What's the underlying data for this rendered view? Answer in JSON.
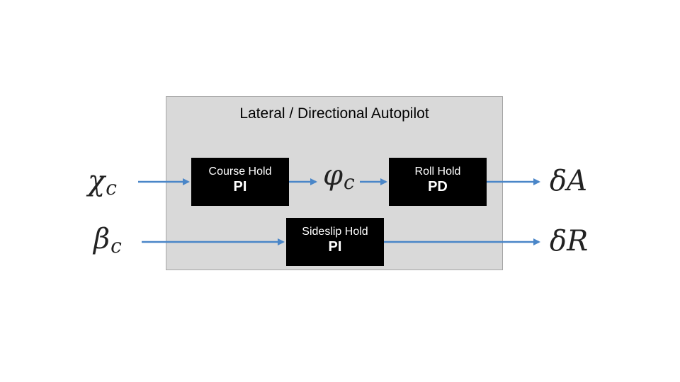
{
  "panel": {
    "title": "Lateral / Directional Autopilot"
  },
  "blocks": {
    "course_hold": {
      "name": "Course Hold",
      "type": "PI"
    },
    "roll_hold": {
      "name": "Roll Hold",
      "type": "PD"
    },
    "sideslip_hold": {
      "name": "Sideslip Hold",
      "type": "PI"
    }
  },
  "signals": {
    "chi_c": {
      "symbol": "χ",
      "subscript": "c"
    },
    "phi_c": {
      "symbol": "φ",
      "subscript": "c"
    },
    "beta_c": {
      "symbol": "β",
      "subscript": "c"
    },
    "delta_a": {
      "symbol": "δA",
      "subscript": ""
    },
    "delta_r": {
      "symbol": "δR",
      "subscript": ""
    }
  },
  "colors": {
    "arrow": "#4a86c8",
    "block_fill": "#000000",
    "panel_fill": "#d9d9d9"
  }
}
